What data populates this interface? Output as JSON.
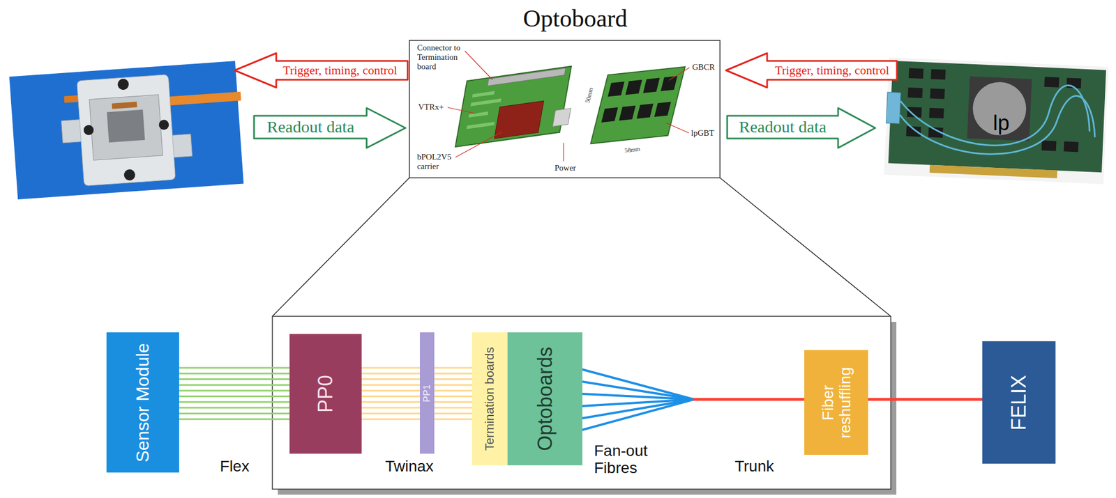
{
  "diagram": {
    "title": "Optoboard",
    "nodes": [
      {
        "text": [
          "Sensor Module"
        ]
      },
      {
        "text": [
          "PP0"
        ]
      },
      {
        "text": [
          "PP1"
        ]
      },
      {
        "text": [
          "Termination boards"
        ]
      },
      {
        "text": [
          "Optoboards"
        ]
      },
      {
        "text": [
          "Fiber reshuffling"
        ]
      },
      {
        "text": [
          "FELIX"
        ]
      }
    ],
    "edges": [
      {
        "from": 0,
        "to": 1,
        "arrow": "none"
      },
      {
        "from": 1,
        "to": 2,
        "arrow": "none"
      },
      {
        "from": 2,
        "to": 3,
        "arrow": "none"
      },
      {
        "from": 4,
        "to": 5,
        "arrow": "none"
      },
      {
        "from": 5,
        "to": 6,
        "arrow": "none"
      }
    ],
    "labels": [
      "Trigger, timing, control",
      "Readout data",
      "Connector to Termination board",
      "VTRx+",
      "bPOL2V5 carrier",
      "Power",
      "50mm",
      "58mm",
      "GBCR",
      "lpGBT",
      "Trigger, timing, control",
      "Readout data",
      "lp",
      "Flex",
      "Twinax",
      "Fan-out Fibres",
      "Trunk"
    ]
  }
}
